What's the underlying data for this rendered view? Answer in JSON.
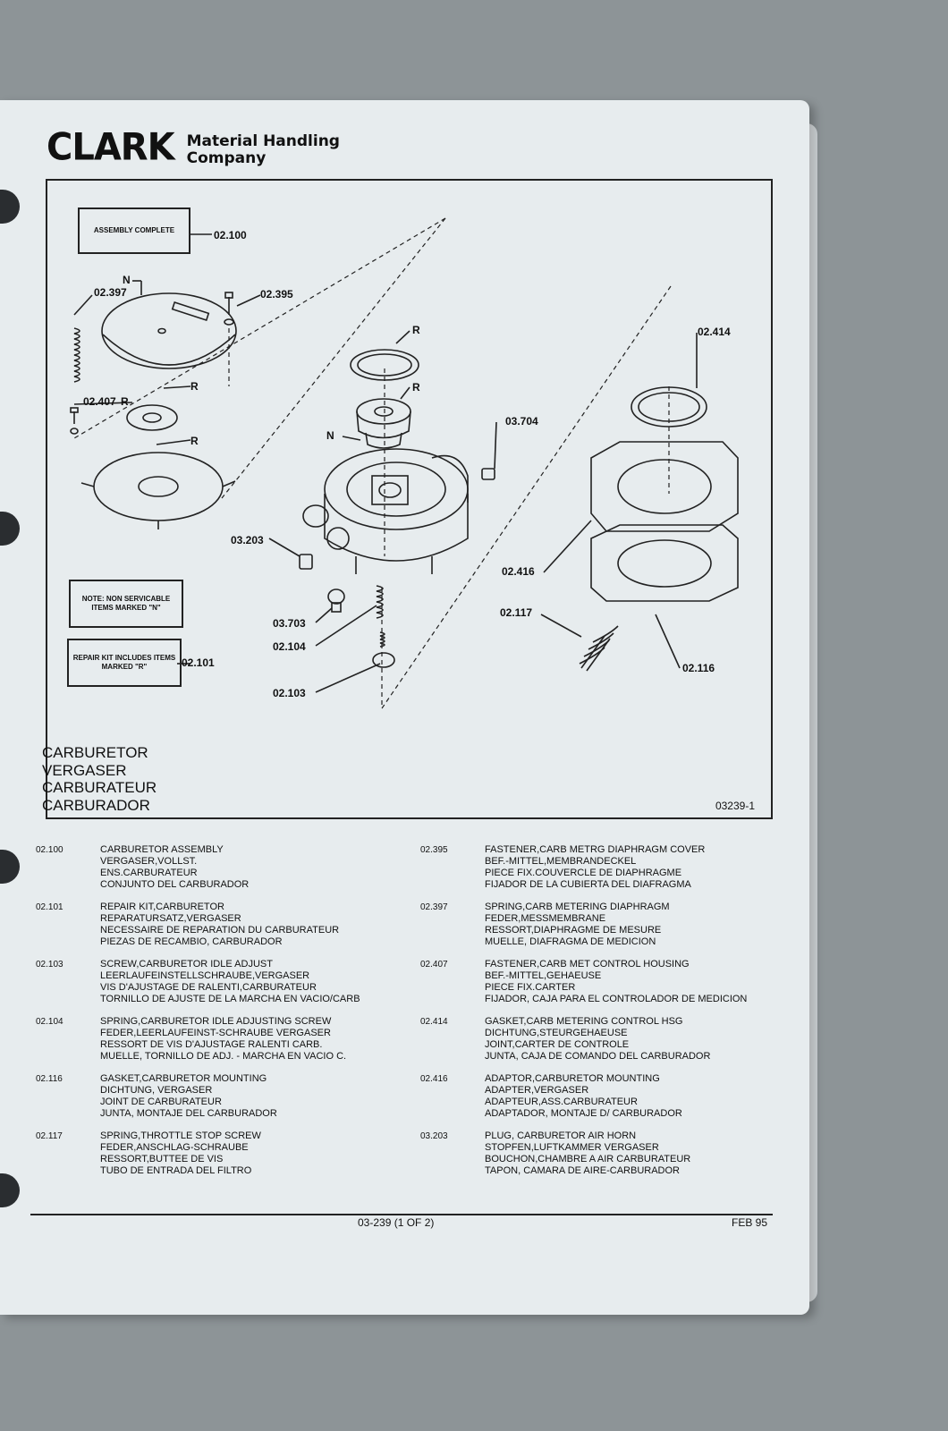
{
  "header": {
    "logo": "CLARK",
    "company_line1": "Material Handling",
    "company_line2": "Company"
  },
  "diagram": {
    "assembly_box": "ASSEMBLY COMPLETE",
    "note_box": "NOTE: NON SERVICABLE ITEMS MARKED \"N\"",
    "repair_box": "REPAIR KIT INCLUDES ITEMS MARKED \"R\"",
    "callouts": {
      "c02100": "02.100",
      "c02397": "02.397",
      "c02395": "02.395",
      "c02407": "02.407",
      "c02101": "02.101",
      "c03203": "03.203",
      "c03703": "03.703",
      "c02104": "02.104",
      "c02103": "02.103",
      "c03704": "03.704",
      "c02414": "02.414",
      "c02416": "02.416",
      "c02117": "02.117",
      "c02116": "02.116",
      "n": "N",
      "r": "R"
    },
    "title": [
      "CARBURETOR",
      "VERGASER",
      "CARBURATEUR",
      "CARBURADOR"
    ],
    "figure_number": "03239-1"
  },
  "parts_left": [
    {
      "num": "02.100",
      "lines": [
        "CARBURETOR ASSEMBLY",
        "VERGASER,VOLLST.",
        "ENS.CARBURATEUR",
        "CONJUNTO DEL CARBURADOR"
      ]
    },
    {
      "num": "02.101",
      "lines": [
        "REPAIR KIT,CARBURETOR",
        "REPARATURSATZ,VERGASER",
        "NECESSAIRE DE REPARATION DU CARBURATEUR",
        "PIEZAS DE RECAMBIO, CARBURADOR"
      ]
    },
    {
      "num": "02.103",
      "lines": [
        "SCREW,CARBURETOR IDLE ADJUST",
        "LEERLAUFEINSTELLSCHRAUBE,VERGASER",
        "VIS D'AJUSTAGE DE RALENTI,CARBURATEUR",
        "TORNILLO DE AJUSTE DE LA MARCHA EN VACIO/CARB"
      ]
    },
    {
      "num": "02.104",
      "lines": [
        "SPRING,CARBURETOR IDLE ADJUSTING SCREW",
        "FEDER,LEERLAUFEINST-SCHRAUBE VERGASER",
        "RESSORT DE VIS D'AJUSTAGE RALENTI CARB.",
        "MUELLE, TORNILLO DE ADJ. - MARCHA EN VACIO C."
      ]
    },
    {
      "num": "02.116",
      "lines": [
        "GASKET,CARBURETOR MOUNTING",
        "DICHTUNG, VERGASER",
        "JOINT DE CARBURATEUR",
        "JUNTA, MONTAJE DEL CARBURADOR"
      ]
    },
    {
      "num": "02.117",
      "lines": [
        "SPRING,THROTTLE STOP SCREW",
        "FEDER,ANSCHLAG-SCHRAUBE",
        "RESSORT,BUTTEE DE VIS",
        "TUBO DE ENTRADA DEL FILTRO"
      ]
    }
  ],
  "parts_right": [
    {
      "num": "02.395",
      "lines": [
        "FASTENER,CARB METRG DIAPHRAGM COVER",
        "BEF.-MITTEL,MEMBRANDECKEL",
        "PIECE FIX.COUVERCLE DE DIAPHRAGME",
        "FIJADOR DE LA CUBIERTA DEL DIAFRAGMA"
      ]
    },
    {
      "num": "02.397",
      "lines": [
        "SPRING,CARB METERING DIAPHRAGM",
        "FEDER,MESSMEMBRANE",
        "RESSORT,DIAPHRAGME DE MESURE",
        "MUELLE, DIAFRAGMA DE MEDICION"
      ]
    },
    {
      "num": "02.407",
      "lines": [
        "FASTENER,CARB MET CONTROL HOUSING",
        "BEF.-MITTEL,GEHAEUSE",
        "PIECE FIX.CARTER",
        "FIJADOR, CAJA PARA EL CONTROLADOR DE MEDICION"
      ]
    },
    {
      "num": "02.414",
      "lines": [
        "GASKET,CARB METERING CONTROL HSG",
        "DICHTUNG,STEURGEHAEUSE",
        "JOINT,CARTER DE CONTROLE",
        "JUNTA, CAJA DE COMANDO DEL CARBURADOR"
      ]
    },
    {
      "num": "02.416",
      "lines": [
        "ADAPTOR,CARBURETOR MOUNTING",
        "ADAPTER,VERGASER",
        "ADAPTEUR,ASS.CARBURATEUR",
        "ADAPTADOR, MONTAJE D/ CARBURADOR"
      ]
    },
    {
      "num": "03.203",
      "lines": [
        "PLUG, CARBURETOR AIR HORN",
        "STOPFEN,LUFTKAMMER VERGASER",
        "BOUCHON,CHAMBRE A AIR CARBURATEUR",
        "TAPON, CAMARA DE AIRE-CARBURADOR"
      ]
    }
  ],
  "footer": {
    "page_ref": "03-239 (1 OF 2)",
    "date": "FEB 95"
  }
}
